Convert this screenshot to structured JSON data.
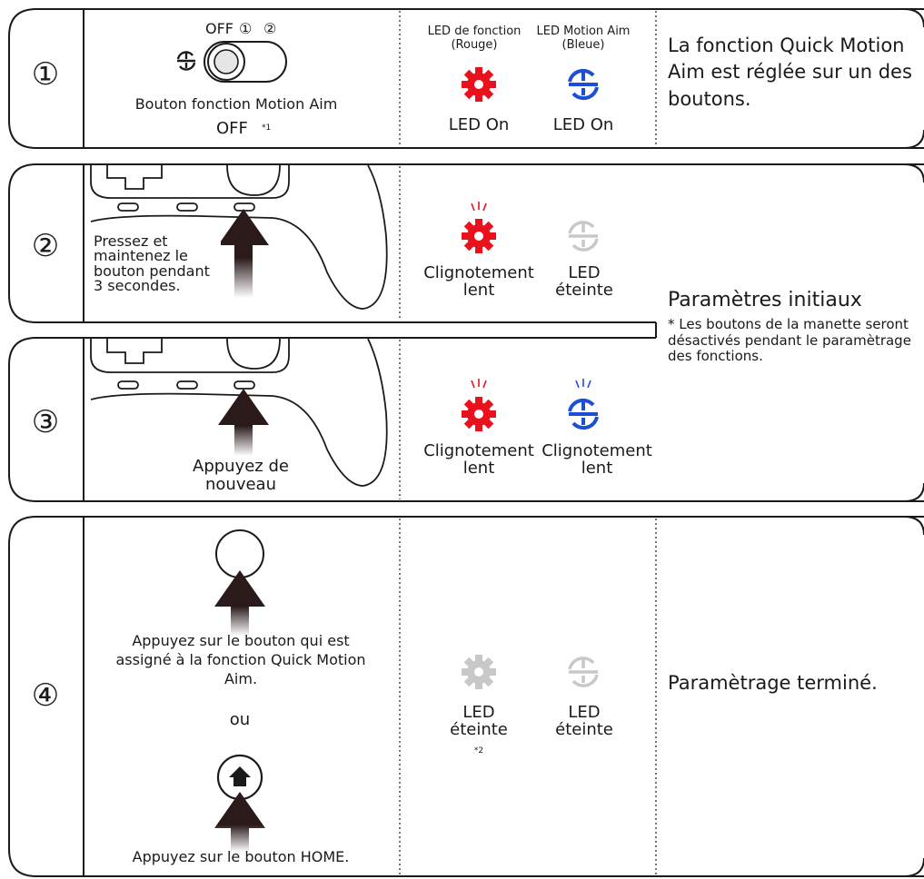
{
  "steps": [
    {
      "number": "①",
      "switch_labels": [
        "OFF",
        "①",
        "②"
      ],
      "button_name": "Bouton fonction Motion Aim",
      "button_state": "OFF",
      "button_state_note": "*1",
      "led_red_header": "LED de fonction (Rouge)",
      "led_blue_header": "LED Motion Aim (Bleue)",
      "led_red_status": "LED On",
      "led_blue_status": "LED On",
      "description": "La fonction Quick Motion Aim est réglée sur un des boutons."
    },
    {
      "number": "②",
      "instruction": "Pressez et maintenez le bouton pendant 3 secondes.",
      "led_red_status": "Clignotement lent",
      "led_blue_status": "LED éteinte"
    },
    {
      "number": "③",
      "instruction": "Appuyez de nouveau",
      "led_red_status": "Clignotement lent",
      "led_blue_status": "Clignotement lent"
    },
    {
      "number": "④",
      "instruction_a": "Appuyez sur le bouton qui est assigné à la fonction Quick Motion Aim.",
      "or": "ou",
      "instruction_b": "Appuyez sur le bouton HOME.",
      "led_red_status": "LED éteinte",
      "led_red_note": "*2",
      "led_blue_status": "LED éteinte",
      "description": "Paramètrage terminé."
    }
  ],
  "initial_settings": {
    "title": "Paramètres initiaux",
    "note": "* Les boutons de la manette seront désactivés pendant le paramètrage des fonctions."
  },
  "colors": {
    "led_red": "#e8111c",
    "led_blue": "#1c4fd6",
    "led_off": "#c8c8c8",
    "outline": "#1a1a1a",
    "arrow": "#2a1a1a"
  },
  "icons": [
    "gear-icon",
    "motion-aim-icon",
    "home-icon",
    "arrow-up-icon"
  ]
}
